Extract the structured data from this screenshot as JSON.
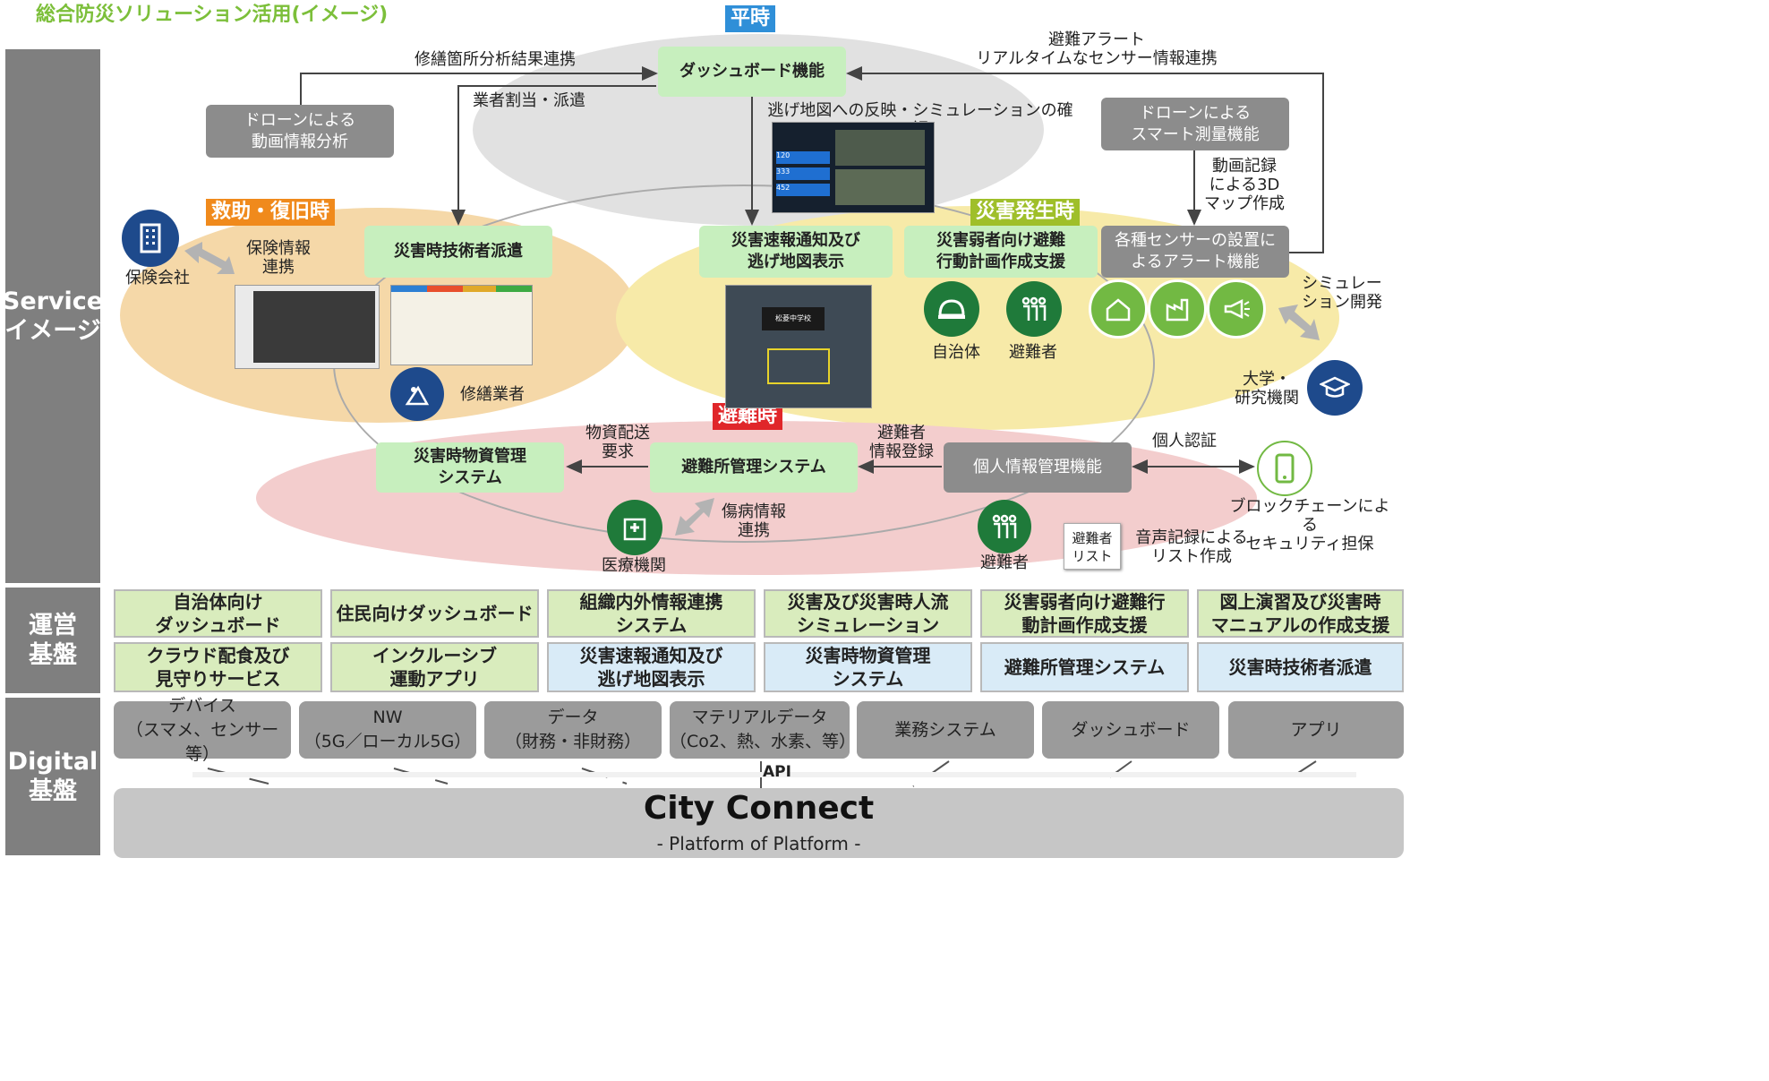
{
  "title": "総合防災ソリューション活用(イメージ)",
  "sidebar": {
    "service": "Service\nイメージ",
    "operation": "運営\n基盤",
    "digital": "Digital\n基盤"
  },
  "tags": {
    "peacetime": "平時",
    "rescue": "救助・復旧時",
    "disaster": "災害発生時",
    "evacuation": "避難時"
  },
  "boxes": {
    "dashboard": "ダッシュボード機能",
    "drone_video": "ドローンによる\n動画情報分析",
    "drone_survey": "ドローンによる\nスマート測量機能",
    "engineer_dispatch": "災害時技術者派遣",
    "quick_report": "災害速報通知及び\n逃げ地図表示",
    "vulnerable_support": "災害弱者向け避難\n行動計画作成支援",
    "sensor_alert": "各種センサーの設置に\nよるアラート機能",
    "supplies": "災害時物資管理\nシステム",
    "shelter": "避難所管理システム",
    "personal_info": "個人情報管理機能"
  },
  "labels": {
    "repair_link": "修繕箇所分析結果連携",
    "alert_link": "避難アラート\nリアルタイムなセンサー情報連携",
    "assign": "業者割当・派遣",
    "map_confirm": "逃げ地図への反映・シミュレーションの確認",
    "video_3d": "動画記録\nによる3D\nマップ作成",
    "insurance_info": "保険情報\n連携",
    "insurance_co": "保険会社",
    "contractor": "修繕業者",
    "municipality": "自治体",
    "evacuee": "避難者",
    "evacuee2": "避難者",
    "simulation": "シミュレー\nション開発",
    "university": "大学・\n研究機関",
    "request": "物資配送\n要求",
    "register": "避難者\n情報登録",
    "auth": "個人認証",
    "blockchain": "ブロックチェーンによる\nセキュリティ担保",
    "injury": "傷病情報\n連携",
    "medical": "医療機関",
    "list_card": "避難者\nリスト",
    "voice_record": "音声記録による\nリスト作成",
    "api": "API",
    "school_label": "松菱中学校"
  },
  "dashboard_stats": [
    "120",
    "333",
    "452"
  ],
  "operation_grid": [
    "自治体向け\nダッシュボード",
    "住民向けダッシュボード",
    "組織内外情報連携\nシステム",
    "災害及び災害時人流\nシミュレーション",
    "災害弱者向け避難行\n動計画作成支援",
    "図上演習及び災害時\nマニュアルの作成支援",
    "クラウド配食及び\n見守りサービス",
    "インクルーシブ\n運動アプリ",
    "災害速報通知及び\n逃げ地図表示",
    "災害時物資管理\nシステム",
    "避難所管理システム",
    "災害時技術者派遣"
  ],
  "digital_items": [
    "デバイス\n（スマメ、センサー等）",
    "NW\n（5G／ローカル5G）",
    "データ\n（財務・非財務）",
    "マテリアルデータ\n（Co2、熱、水素、等）",
    "業務システム",
    "ダッシュボード",
    "アプリ"
  ],
  "platform": {
    "name": "City Connect",
    "subtitle": "- Platform of Platform -"
  },
  "colors": {
    "green_tag": "#7cbf3a",
    "blue_tag": "#2f8fd8",
    "orange_tag": "#f08a1c",
    "olive_tag": "#9fbf2a",
    "red_tag": "#e0262a",
    "icon_green": "#72b943",
    "icon_dark_green": "#1f7a3a",
    "icon_navy": "#1e4a8c",
    "box_green": "#c7efbe",
    "box_gray": "#8c8c8c",
    "cell_green": "#d9ecbd",
    "cell_blue": "#d9ebf7"
  }
}
